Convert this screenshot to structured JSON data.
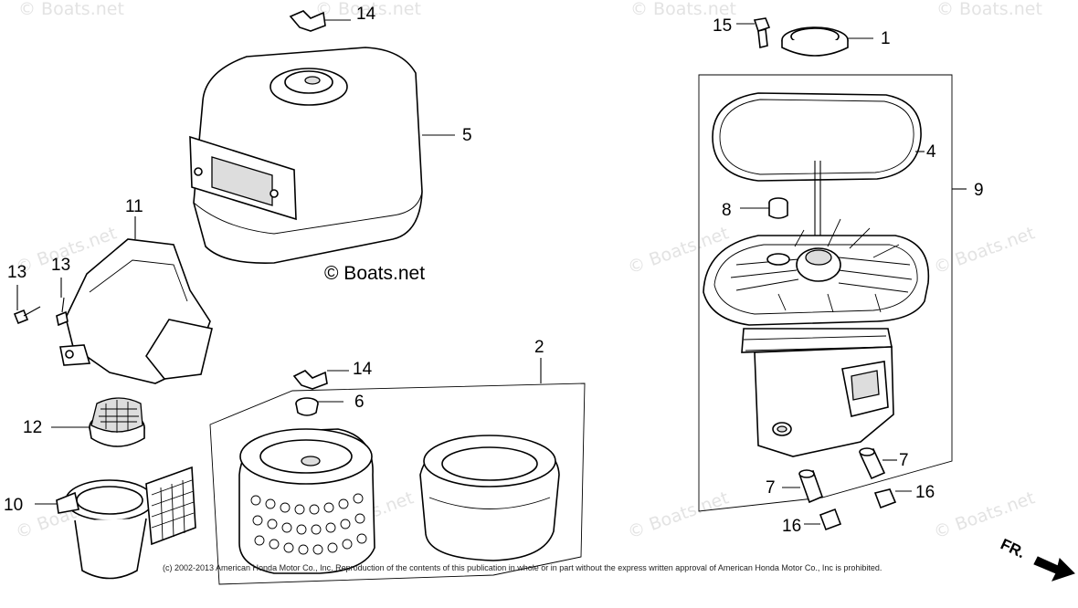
{
  "watermarks": {
    "text": "© Boats.net",
    "main": "© Boats.net"
  },
  "copyright": "(c) 2002-2013 American Honda Motor Co., Inc. Reproduction of the contents of this publication in whole or in part without the express written approval of American Honda Motor Co., Inc is prohibited.",
  "direction_label": "FR.",
  "callouts": {
    "c1": "1",
    "c2": "2",
    "c4": "4",
    "c5": "5",
    "c6": "6",
    "c7a": "7",
    "c7b": "7",
    "c8": "8",
    "c9": "9",
    "c10": "10",
    "c11": "11",
    "c12": "12",
    "c13a": "13",
    "c13b": "13",
    "c14a": "14",
    "c14b": "14",
    "c15": "15",
    "c16a": "16",
    "c16b": "16"
  }
}
